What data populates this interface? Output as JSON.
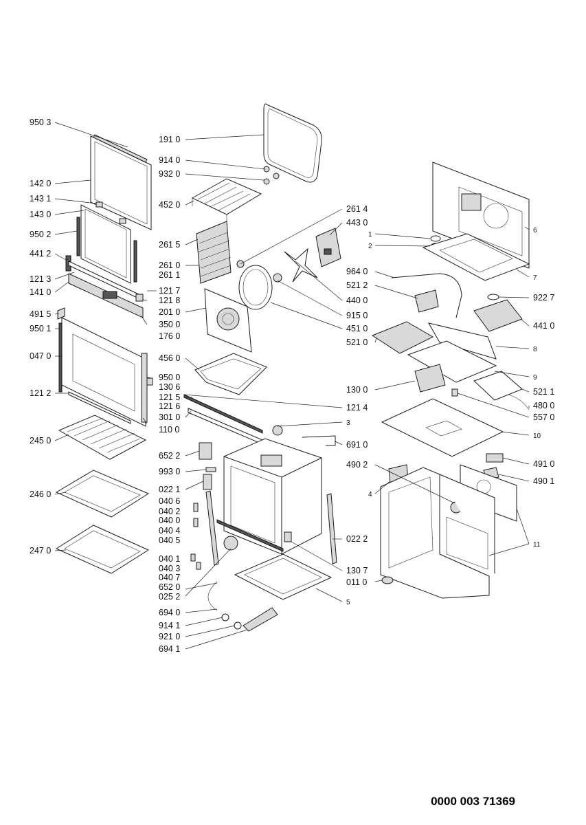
{
  "document_code": "0000 003 71369",
  "labels": {
    "l9503": "950 3",
    "l1420": "142 0",
    "l1431": "143 1",
    "l1430": "143 0",
    "l9502": "950 2",
    "l4412": "441 2",
    "l1213": "121 3",
    "l1410": "141 0",
    "l4915": "491 5",
    "l9501": "950 1",
    "l0470": "047 0",
    "l1212": "121 2",
    "l2450": "245 0",
    "l2460": "246 0",
    "l2470": "247 0",
    "l1910": "191 0",
    "l9140": "914 0",
    "l9320": "932 0",
    "l4520": "452 0",
    "l2615": "261 5",
    "l2610": "261 0",
    "l2611": "261 1",
    "l1217": "121 7",
    "l1218": "121 8",
    "l2010": "201 0",
    "l3500": "350 0",
    "l1760": "176 0",
    "l4560": "456 0",
    "l9500": "950 0",
    "l1306": "130 6",
    "l1215": "121 5",
    "l1216": "121 6",
    "l3010": "301 0",
    "l1100": "110 0",
    "l6522": "652 2",
    "l9930": "993 0",
    "l0221": "022 1",
    "l0406": "040 6",
    "l0402": "040 2",
    "l0400": "040 0",
    "l0404": "040 4",
    "l0405": "040 5",
    "l0401": "040 1",
    "l0403": "040 3",
    "l0407": "040 7",
    "l6520": "652 0",
    "l0252": "025 2",
    "l6940": "694 0",
    "l9141": "914 1",
    "l9210": "921 0",
    "l6941": "694 1",
    "l2614": "261 4",
    "l4430": "443 0",
    "l1": "1",
    "l2": "2",
    "l9640": "964 0",
    "l5212": "521 2",
    "l4400": "440 0",
    "l9150": "915 0",
    "l4510": "451 0",
    "l5210": "521 0",
    "l1300": "130 0",
    "l1214": "121 4",
    "l3": "3",
    "l6910": "691 0",
    "l4902": "490 2",
    "l4": "4",
    "l0222": "022 2",
    "l1307": "130 7",
    "l0110": "011 0",
    "l5": "5",
    "l6": "6",
    "l7": "7",
    "l9227": "922 7",
    "l4410": "441 0",
    "l8": "8",
    "l9": "9",
    "l5211": "521 1",
    "l4800": "480 0",
    "l5570": "557 0",
    "l10": "10",
    "l4910": "491 0",
    "l4901": "490 1",
    "l11": "11"
  }
}
